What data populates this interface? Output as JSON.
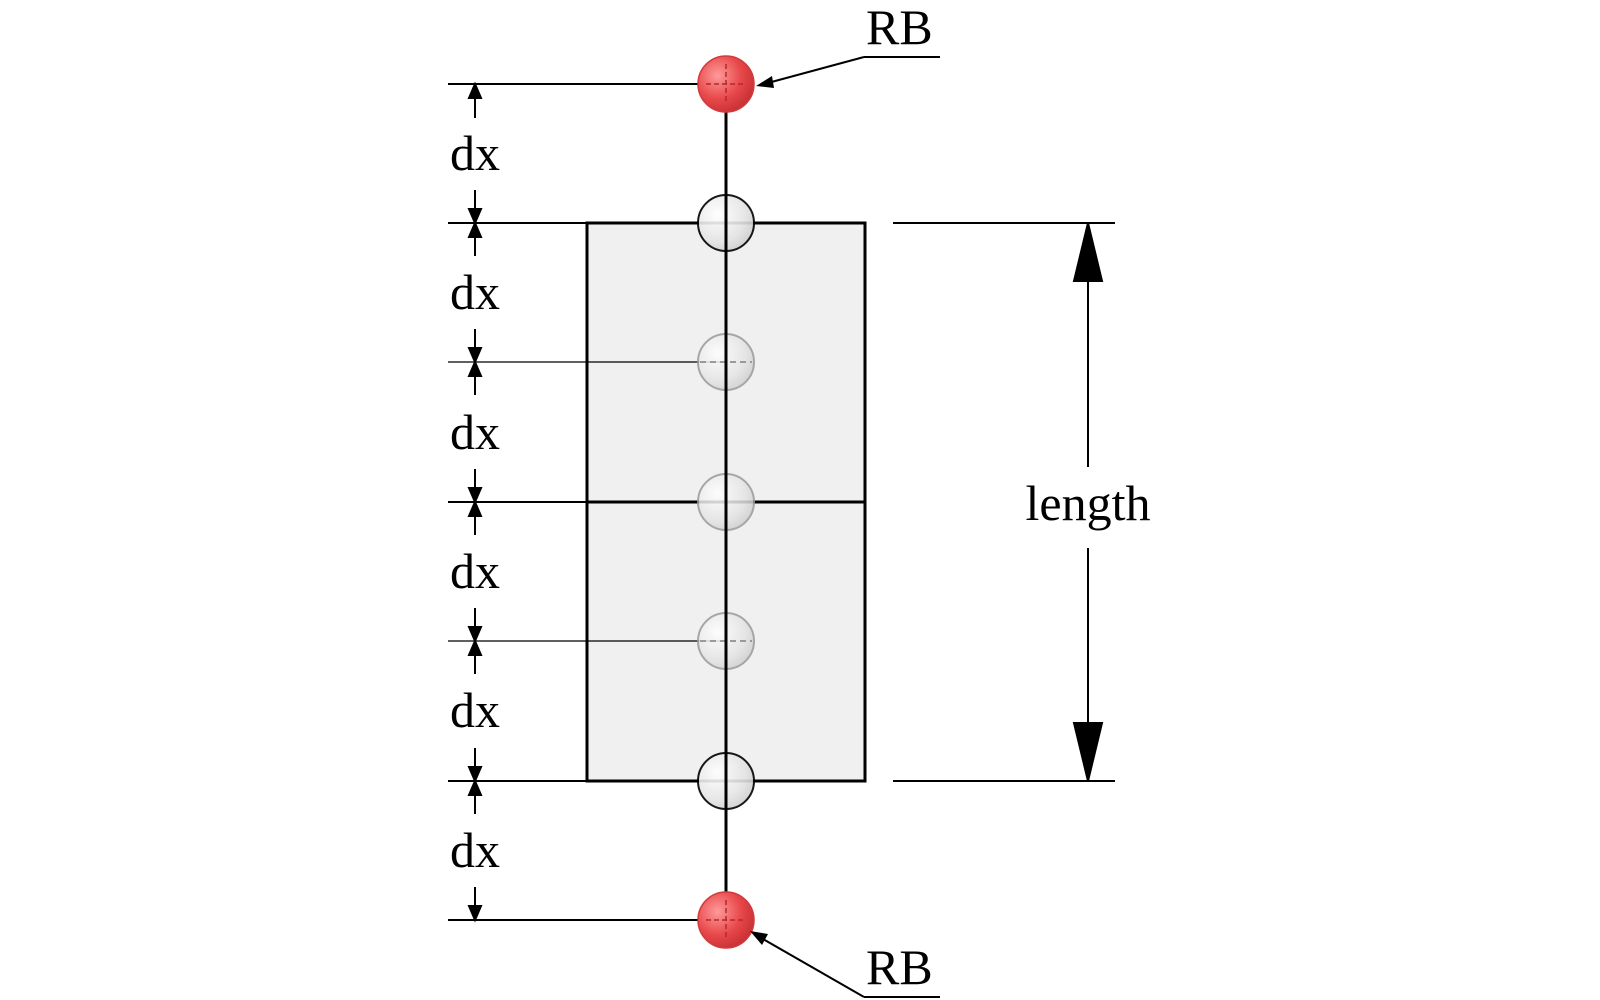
{
  "diagram": {
    "labels": {
      "rb_top": "RB",
      "rb_bottom": "RB",
      "length": "length",
      "dx": [
        "dx",
        "dx",
        "dx",
        "dx",
        "dx",
        "dx"
      ]
    },
    "colors": {
      "body_fill": "#f0f0f0",
      "outline": "#000000",
      "rigid_body_node": "#e8484a",
      "node_fill": "#e6e6e6"
    },
    "node_count": 5,
    "rigid_body_count": 2,
    "element_count": 2
  }
}
